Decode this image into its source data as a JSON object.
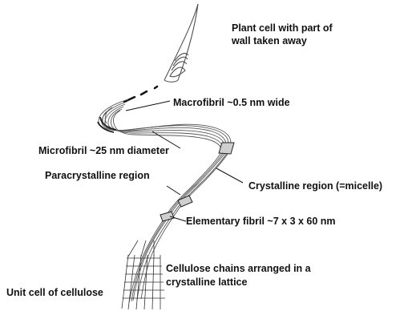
{
  "labels": {
    "plant_cell_line1": "Plant cell with part of",
    "plant_cell_line2": "wall taken away",
    "macrofibril": "Macrofibril ~0.5 nm wide",
    "microfibril": "Microfibril ~25  nm diameter",
    "paracrystalline": "Paracrystalline region",
    "crystalline": "Crystalline region (=micelle)",
    "elementary": "Elementary fibril ~7 x 3 x 60 nm",
    "cellulose_line1": "Cellulose chains arranged in a",
    "cellulose_line2": "crystalline lattice",
    "unit_cell": "Unit cell of cellulose"
  },
  "colors": {
    "ink": "#111111",
    "strand": "#444444",
    "background": "#ffffff"
  }
}
